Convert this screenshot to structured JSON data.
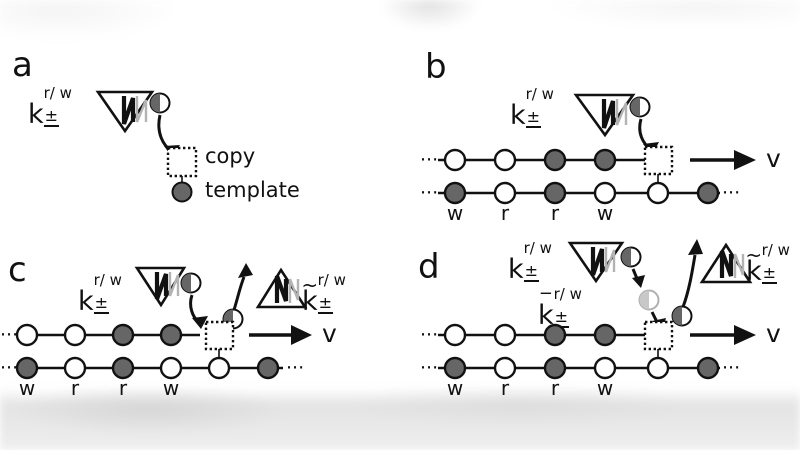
{
  "figure": {
    "type": "scientific-schematic",
    "description": "Four-panel kinetic scheme of copolymerization copy/template model",
    "colors": {
      "stroke": "#111111",
      "filled_monomer": "#666666",
      "empty_monomer": "#ffffff",
      "intermediate_light": "#c8c8c8",
      "triangle_ghost": "#b3b3b3",
      "background": "#ffffff"
    }
  },
  "panels": {
    "a": {
      "letter": "a",
      "rate_label": {
        "base": "k",
        "sup": "r/ w",
        "sub": "±",
        "accent": ""
      },
      "legend": {
        "copy": "copy",
        "template": "template"
      }
    },
    "b": {
      "letter": "b",
      "rate_label": {
        "base": "k",
        "sup": "r/ w",
        "sub": "±",
        "accent": ""
      },
      "velocity_label": "v",
      "copy_strand": [
        "empty",
        "empty",
        "filled",
        "filled",
        "vacancy"
      ],
      "template_strand": [
        "filled",
        "empty",
        "filled",
        "empty",
        "empty",
        "filled"
      ],
      "site_labels": [
        "w",
        "r",
        "r",
        "w"
      ]
    },
    "c": {
      "letter": "c",
      "rate_label_forward": {
        "base": "k",
        "sup": "r/ w",
        "sub": "±",
        "accent": ""
      },
      "rate_label_reverse": {
        "base": "k",
        "sup": "r/ w",
        "sub": "±",
        "accent": "tilde"
      },
      "velocity_label": "v",
      "copy_strand": [
        "empty",
        "empty",
        "filled",
        "filled",
        "vacancy"
      ],
      "template_strand": [
        "filled",
        "empty",
        "filled",
        "empty",
        "empty",
        "filled"
      ],
      "site_labels": [
        "w",
        "r",
        "r",
        "w"
      ]
    },
    "d": {
      "letter": "d",
      "rate_label_forward": {
        "base": "k",
        "sup": "r/ w",
        "sub": "±",
        "accent": ""
      },
      "rate_label_intermediate": {
        "base": "k",
        "sup": "r/ w",
        "sub": "±",
        "accent": "bar"
      },
      "rate_label_reverse": {
        "base": "k",
        "sup": "r/ w",
        "sub": "±",
        "accent": "tilde"
      },
      "velocity_label": "v",
      "copy_strand": [
        "empty",
        "empty",
        "filled",
        "filled",
        "vacancy"
      ],
      "template_strand": [
        "filled",
        "empty",
        "filled",
        "empty",
        "empty",
        "filled"
      ],
      "site_labels": [
        "w",
        "r",
        "r",
        "w"
      ]
    }
  }
}
